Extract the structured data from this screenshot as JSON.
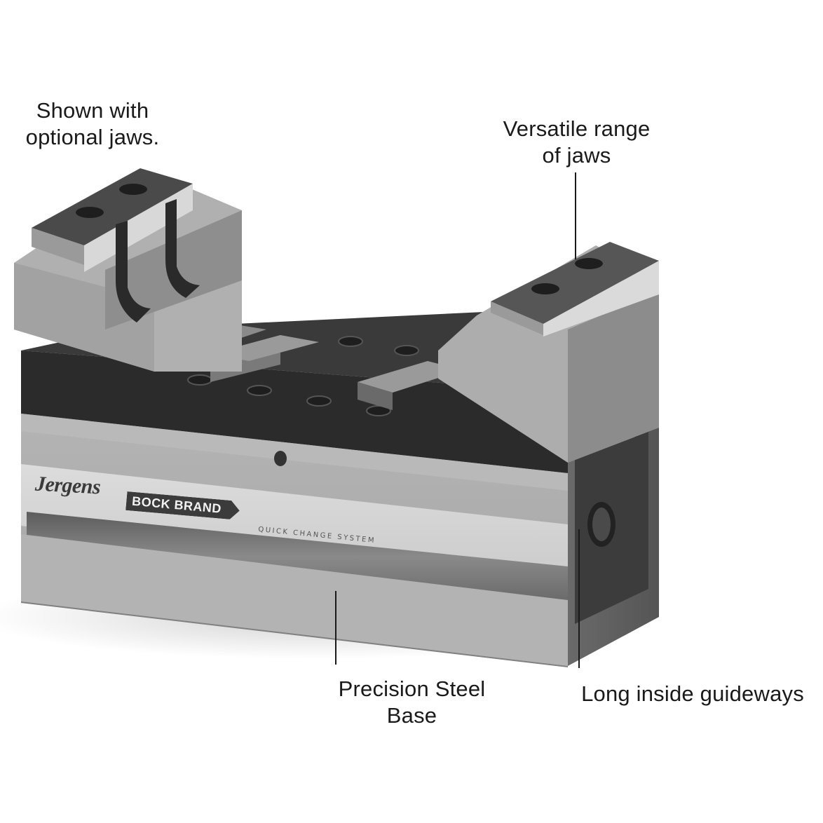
{
  "callouts": [
    {
      "id": "optional-jaws",
      "lines": [
        "Shown with",
        "optional jaws."
      ]
    },
    {
      "id": "versatile-jaws",
      "lines": [
        "Versatile range",
        "of jaws"
      ]
    },
    {
      "id": "steel-base",
      "lines": [
        "Precision Steel",
        "Base"
      ]
    },
    {
      "id": "guideways",
      "lines": [
        "Long inside guideways"
      ]
    }
  ],
  "product": {
    "brand": "Jergens",
    "sub_brand": "BOCK BRAND",
    "tagline": "QUICK CHANGE SYSTEM"
  },
  "colors": {
    "text": "#1a1a1a",
    "steel_light": "#c8c8c8",
    "steel_mid": "#a9a9a9",
    "steel_dark": "#7d7d7d",
    "black_band": "#2a2a2a",
    "jaw_insert": "#555555"
  }
}
